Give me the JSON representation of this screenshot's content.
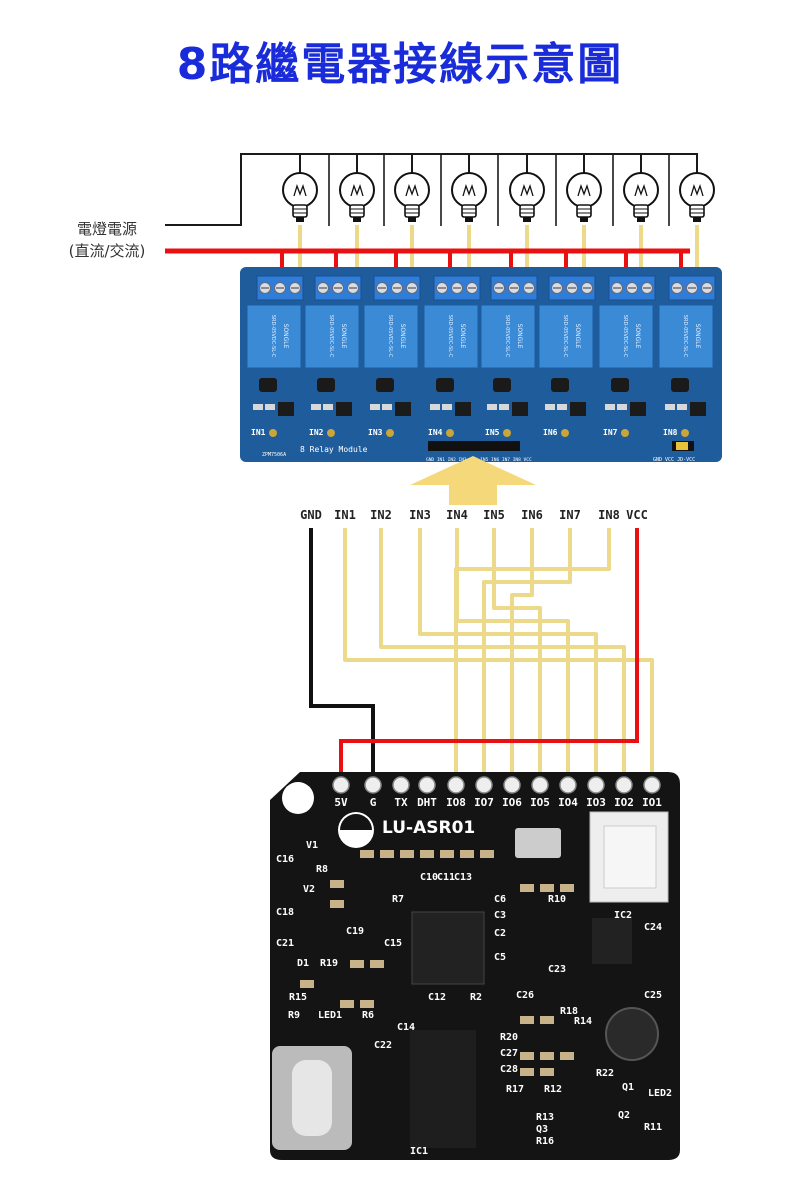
{
  "title": "8路繼電器接線示意圖",
  "title_color": "#1a2bd9",
  "power_label": {
    "line1": "電燈電源",
    "line2": "(直流/交流)"
  },
  "relay_module": {
    "name": "8 Relay Module",
    "pcb_code": "ZPM7506A",
    "inputs": [
      "IN1",
      "IN2",
      "IN3",
      "IN4",
      "IN5",
      "IN6",
      "IN7",
      "IN8"
    ],
    "header_text": "GND IN1 IN2 IN3 IN4 IN5 IN6 IN7 IN8 VCC",
    "power_text": "GND VCC JD-VCC",
    "relay_brand": "SONGLE",
    "relay_model": "SRD-05VDC-SL-C"
  },
  "pin_labels": [
    "GND",
    "IN1",
    "IN2",
    "IN3",
    "IN4",
    "IN5",
    "IN6",
    "IN7",
    "IN8",
    "VCC"
  ],
  "controller": {
    "name": "LU-ASR01",
    "pins": [
      "5V",
      "G",
      "TX",
      "DHT",
      "IO8",
      "IO7",
      "IO6",
      "IO5",
      "IO4",
      "IO3",
      "IO2",
      "IO1"
    ],
    "components": [
      "C16",
      "V1",
      "R8",
      "V2",
      "C18",
      "C19",
      "C21",
      "C15",
      "R19",
      "D1",
      "R15",
      "R9",
      "LED1",
      "R6",
      "C14",
      "C22",
      "C12",
      "R2",
      "C26",
      "C25",
      "C10",
      "C11",
      "C13",
      "C23",
      "R7",
      "C6",
      "R10",
      "C3",
      "C2",
      "C5",
      "C24",
      "IC2",
      "R18",
      "R14",
      "R20",
      "C27",
      "C28",
      "R17",
      "R12",
      "R13",
      "R16",
      "Q3",
      "Q1",
      "Q2",
      "R11",
      "LED2",
      "IC1",
      "R22"
    ]
  },
  "colors": {
    "red_wire": "#e81010",
    "black_wire": "#111111",
    "yellow_wire": "#ecd98a",
    "lamp_wire": "#1a1a1a",
    "relay_pcb": "#1e5c9c",
    "relay_body": "#3a8ad6",
    "terminal": "#2f7dd6",
    "controller_pcb": "#141414",
    "arrow": "#f4d879"
  },
  "icons": {
    "lamp": "lightbulb-icon",
    "arrow": "up-arrow-icon",
    "connector": "usb-c-icon",
    "microphone": "microphone-icon"
  }
}
